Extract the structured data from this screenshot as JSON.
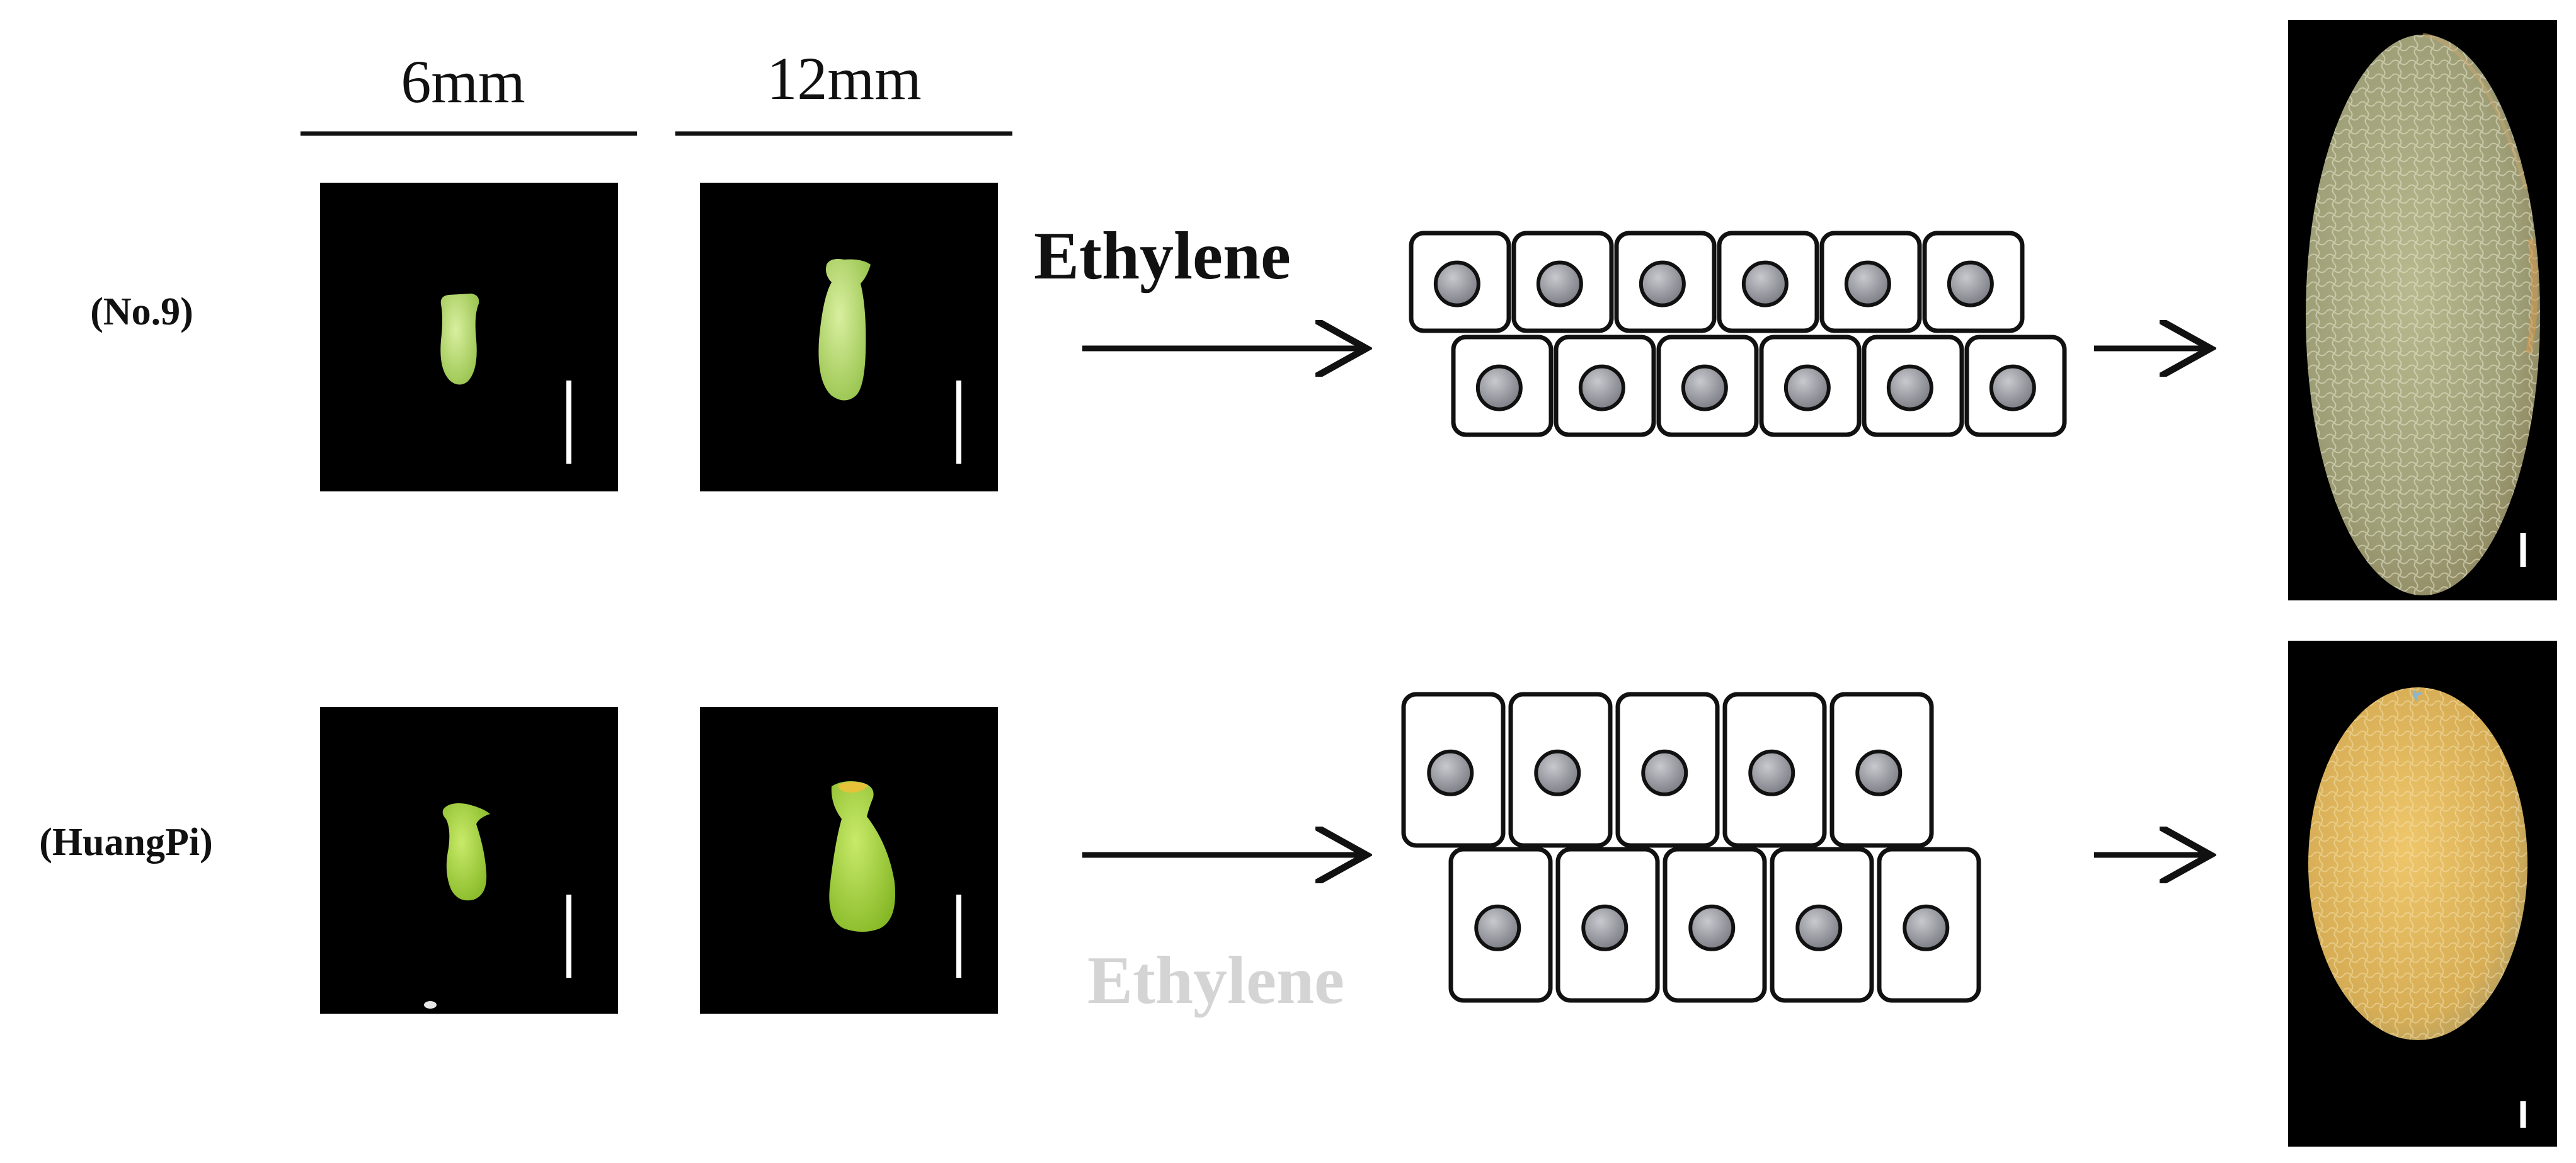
{
  "columns": {
    "left": "6mm",
    "right": "12mm"
  },
  "rows": [
    {
      "label": "(No.9)",
      "stimulus": "Ethylene",
      "stimulus_color": "#111111",
      "cells_per_row": 6,
      "fruit_shape": "elongated"
    },
    {
      "label": "(HuangPi)",
      "stimulus": "Ethylene",
      "stimulus_color": "#d4d4d4",
      "cells_per_row": 5,
      "fruit_shape": "oval"
    }
  ],
  "colors": {
    "photo_bg": "#000000",
    "ovary_no9": "#b5d86a",
    "ovary_huangpi": "#a6d23e",
    "cell_fill": "#ffffff",
    "cell_stroke": "#111111",
    "nucleus_fill": "#9a9ba2",
    "fruit_no9": "#a3a47c",
    "fruit_huangpi": "#d8b35c"
  },
  "icons": [
    "arrow-right-icon",
    "scale-bar-icon",
    "cell-icon",
    "nucleus-icon"
  ]
}
